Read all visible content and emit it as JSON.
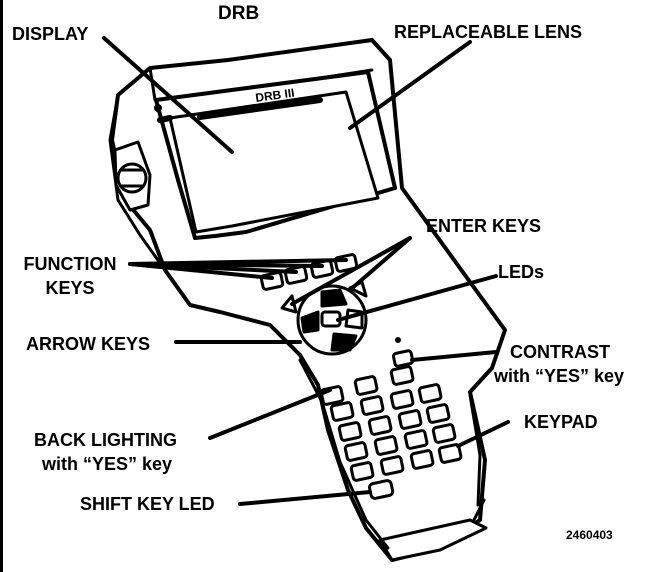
{
  "title": "DRB",
  "figure_number": "2460403",
  "device_screen_text": "DRB III",
  "labels": {
    "display": "DISPLAY",
    "replaceable_lens": "REPLACEABLE LENS",
    "enter_keys": "ENTER KEYS",
    "function_keys_line1": "FUNCTION",
    "function_keys_line2": "KEYS",
    "leds": "LEDs",
    "arrow_keys": "ARROW KEYS",
    "contrast_line1": "CONTRAST",
    "contrast_line2": "with “YES” key",
    "keypad": "KEYPAD",
    "back_lighting_line1": "BACK LIGHTING",
    "back_lighting_line2": "with “YES” key",
    "shift_key_led": "SHIFT KEY LED"
  }
}
